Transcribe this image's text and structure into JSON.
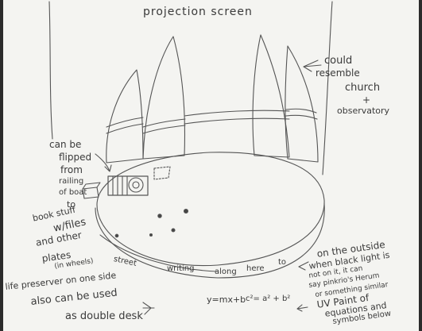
{
  "title": "projection screen",
  "annotations": {
    "church": [
      "could",
      "resemble",
      "church",
      "+",
      "observatory"
    ],
    "flip": [
      "can be",
      "flipped",
      "from",
      "railing",
      "of boat",
      "to"
    ],
    "book": [
      "book stuff",
      "w/files",
      "and other",
      "plates",
      "(in wheels)"
    ],
    "preserver": "life preserver on one side",
    "desk": [
      "also can be used",
      "as double desk"
    ],
    "equation_1": "y=mx+b",
    "equation_2": "c²= a² + b²",
    "street_writing": [
      "street",
      "writing",
      "along",
      "here",
      "to"
    ],
    "outside": [
      "on the outside",
      "when black light is",
      "not on it, it can",
      "say pinkrio's Herum",
      "or something similar"
    ],
    "uv": [
      "UV Paint of",
      "equations and",
      "symbols below"
    ]
  }
}
